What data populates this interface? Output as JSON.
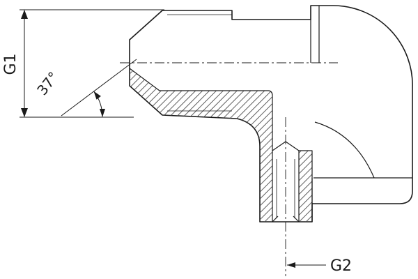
{
  "drawing": {
    "type": "technical-section-drawing",
    "subject": "90-degree elbow adapter fitting, half-section view",
    "dimensions": {
      "g1": {
        "label": "G1"
      },
      "angle": {
        "label": "37°"
      },
      "g2": {
        "label": "G2"
      }
    },
    "colors": {
      "line": "#1a1a1a",
      "background": "#ffffff",
      "hatch": "#4a4a4a"
    }
  }
}
